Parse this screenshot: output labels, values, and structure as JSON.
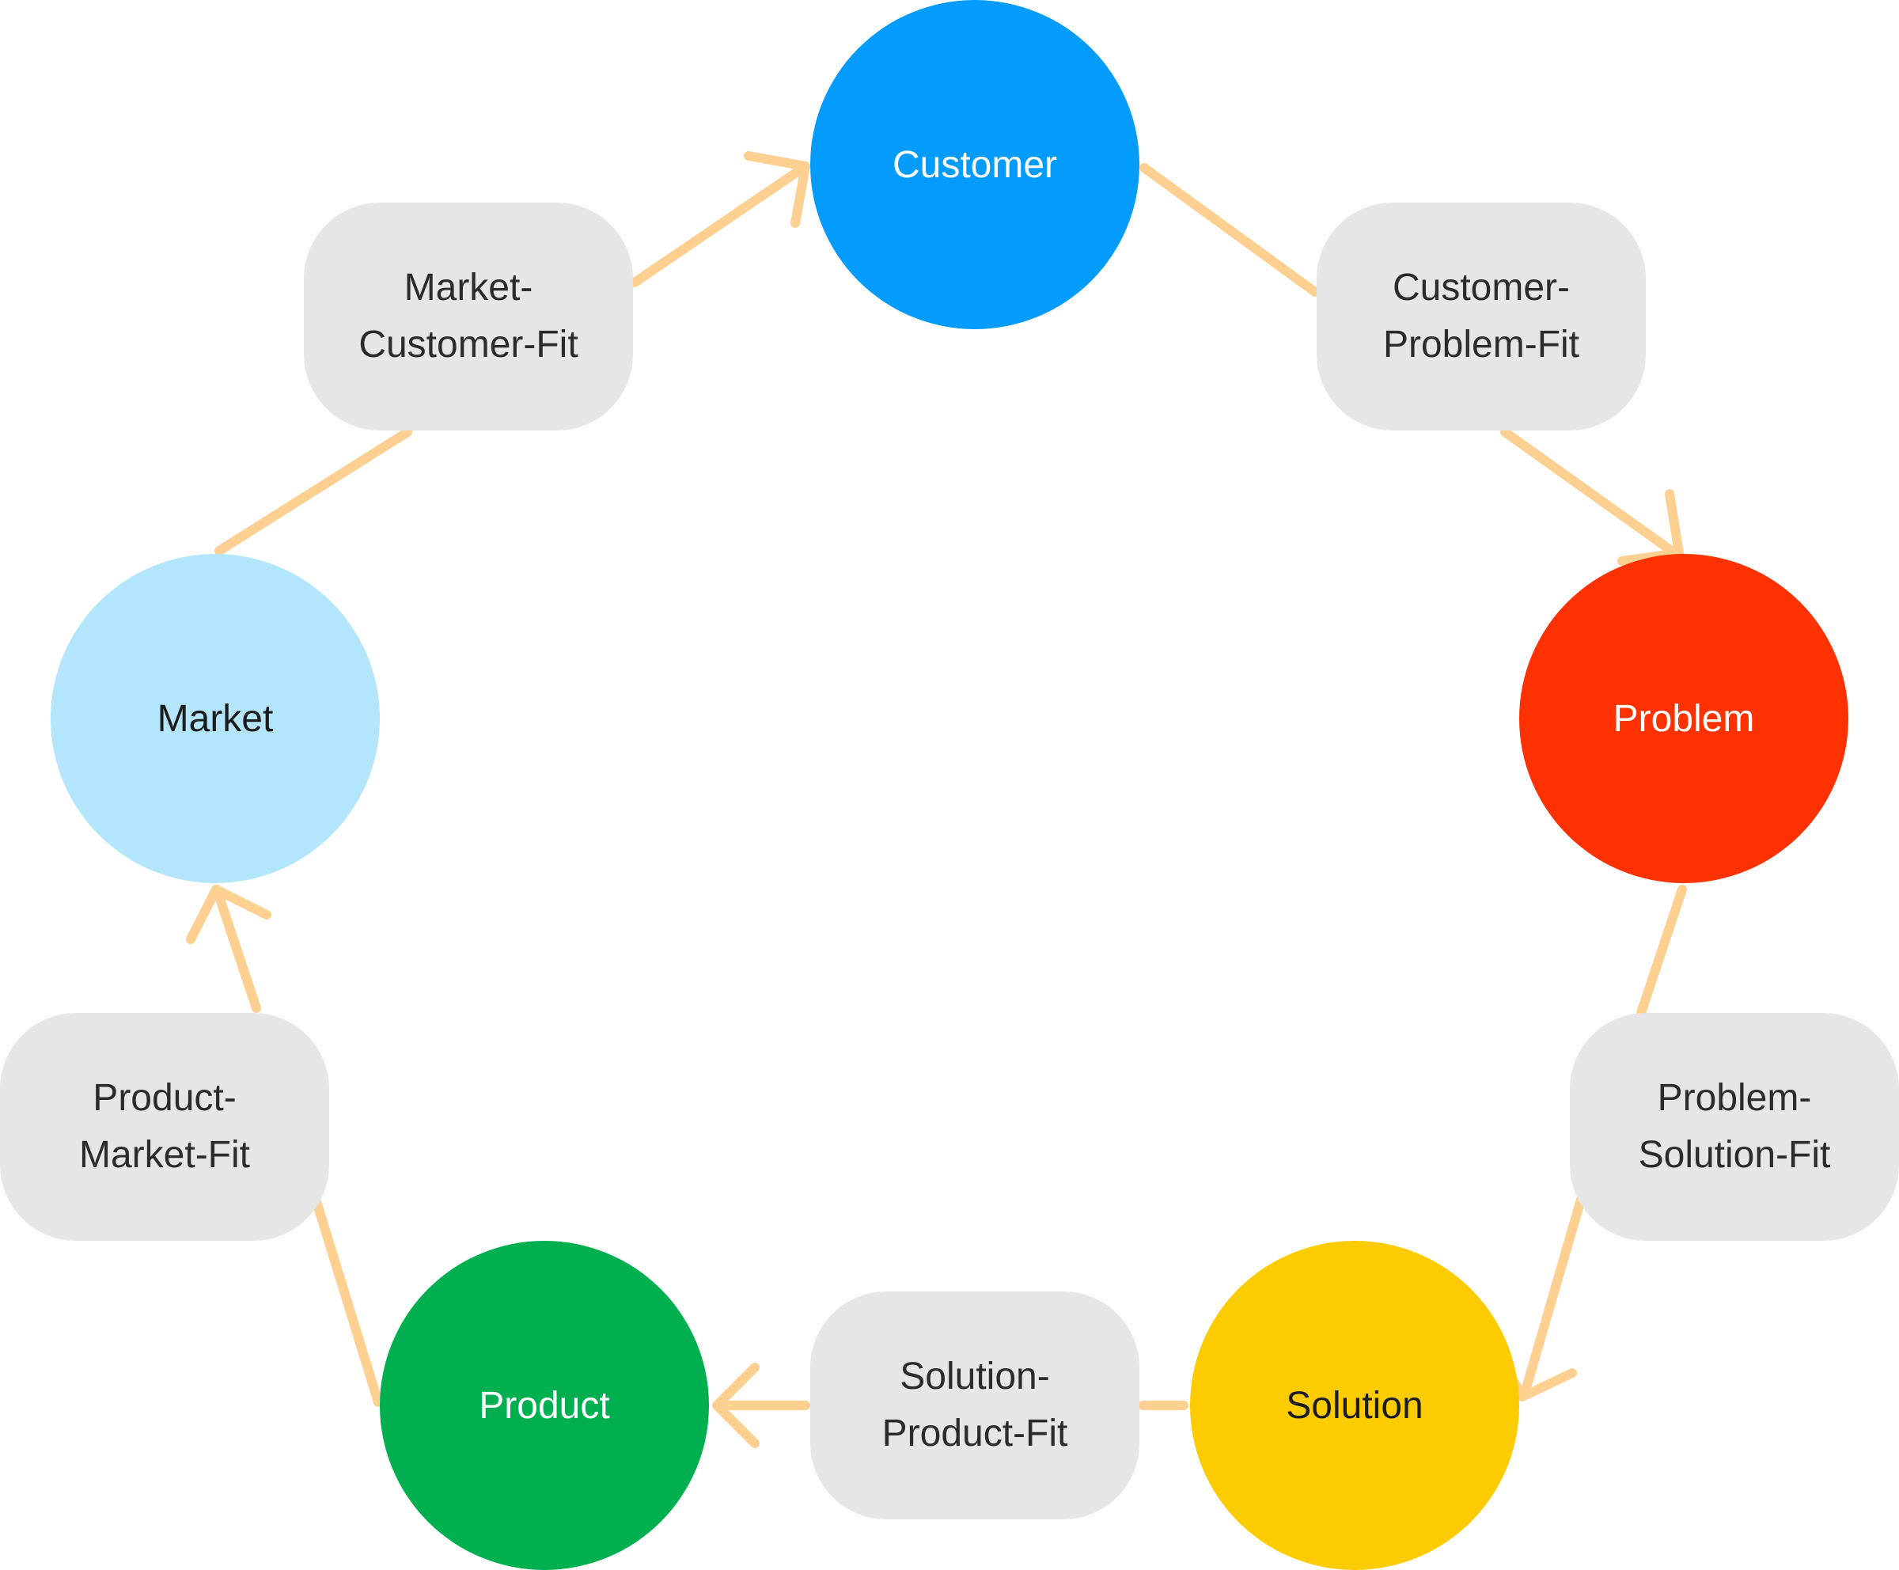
{
  "nodes": {
    "customer": {
      "label": "Customer",
      "color": "#039cfc",
      "text_color": "#ffffff"
    },
    "problem": {
      "label": "Problem",
      "color": "#fe3200",
      "text_color": "#ffffff"
    },
    "solution": {
      "label": "Solution",
      "color": "#fccb00",
      "text_color": "#1c1c1c"
    },
    "product": {
      "label": "Product",
      "color": "#00b050",
      "text_color": "#ffffff"
    },
    "market": {
      "label": "Market",
      "color": "#b3e5fd",
      "text_color": "#1c1c1c"
    }
  },
  "fits": {
    "market_customer": {
      "line1": "Market-",
      "line2": "Customer-Fit"
    },
    "customer_problem": {
      "line1": "Customer-",
      "line2": "Problem-Fit"
    },
    "problem_solution": {
      "line1": "Problem-",
      "line2": "Solution-Fit"
    },
    "solution_product": {
      "line1": "Solution-",
      "line2": "Product-Fit"
    },
    "product_market": {
      "line1": "Product-",
      "line2": "Market-Fit"
    }
  },
  "colors": {
    "connector": "#fdd092",
    "fit_box": "#e6e6e6"
  }
}
